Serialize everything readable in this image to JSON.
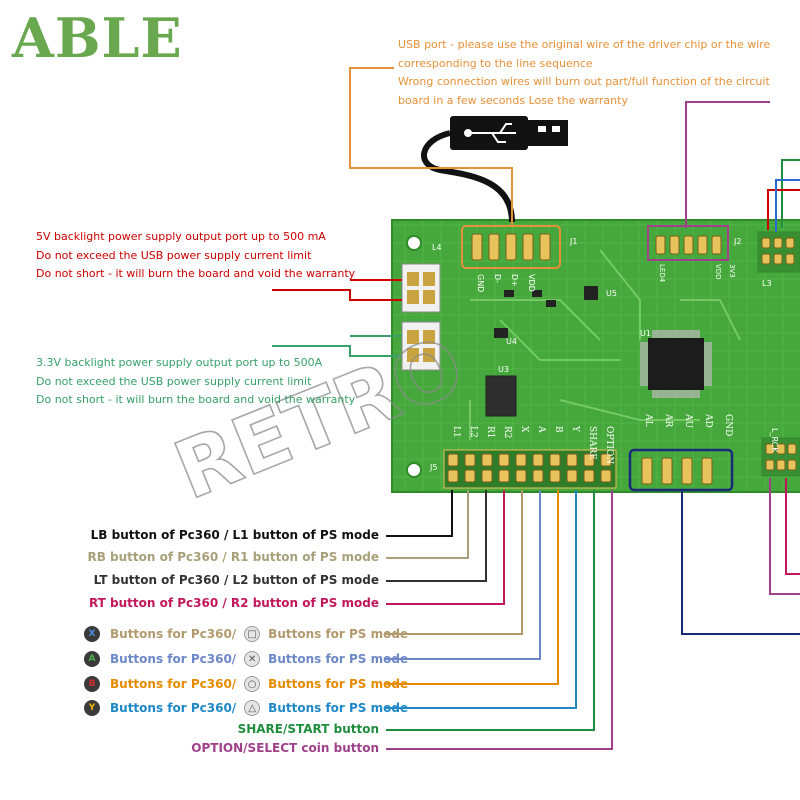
{
  "brand": {
    "text": "ABLE",
    "color": "#6aa84f"
  },
  "watermark": {
    "text": "RETRO"
  },
  "usb_note": {
    "lines": [
      "USB port - please use the original wire of the driver chip or the wire",
      "corresponding to the line sequence",
      "Wrong connection wires will burn out part/full function of the circuit",
      "board in a few seconds Lose the warranty"
    ],
    "color": "#e69138"
  },
  "backlight_5v_note": {
    "lines": [
      "5V backlight power supply output port up to 500 mA",
      "Do not exceed the USB power supply current limit",
      "Do not short - it will burn the board and void the warranty"
    ],
    "color": "#cc0000"
  },
  "backlight_3v3_note": {
    "lines": [
      "3.3V backlight power supply output port up to 500A",
      "Do not exceed the USB power supply current limit",
      "Do not short - it will burn the board and void the warranty"
    ],
    "color": "#38a169"
  },
  "pcb_silkscreen": {
    "usb_pins": [
      "GND",
      "D-",
      "D+",
      "VDD"
    ],
    "j1": "J1",
    "j2": "J2",
    "j5": "J5",
    "j3_pins": [
      "LED4",
      "VDD",
      "3V3"
    ],
    "u1": "U1",
    "u3": "U3",
    "u4": "U4",
    "u5": "U5",
    "l3": "L3",
    "l4": "L4",
    "l1rck": "L_RCK",
    "bottom_pins": [
      "L1",
      "L2",
      "R1",
      "R2",
      "X",
      "A",
      "B",
      "Y",
      "SHARE",
      "OPTION"
    ],
    "axis_pins": [
      "AL",
      "AR",
      "AU",
      "AD",
      "GND"
    ]
  },
  "button_labels": [
    {
      "text": "LB button of Pc360 / L1 button of PS mode",
      "color": "#111111"
    },
    {
      "text": "RB button of Pc360 / R1 button of PS mode",
      "color": "#a8a07a"
    },
    {
      "text": "LT button of Pc360 / L2 button of PS mode",
      "color": "#333333"
    },
    {
      "text": "RT button of Pc360 / R2 button of PS mode",
      "color": "#c2185b"
    }
  ],
  "face_buttons": [
    {
      "xbox_letter": "X",
      "xbox_color": "#4a90e2",
      "pc_text": "Buttons for Pc360/",
      "ps_symbol": "□",
      "ps_text": "Buttons for PS mode",
      "color": "#b29a6e"
    },
    {
      "xbox_letter": "A",
      "xbox_color": "#4caf50",
      "pc_text": "Buttons for Pc360/",
      "ps_symbol": "✕",
      "ps_text": "Buttons for PS mode",
      "color": "#6d88c8"
    },
    {
      "xbox_letter": "B",
      "xbox_color": "#d32f2f",
      "pc_text": "Buttons for Pc360/",
      "ps_symbol": "○",
      "ps_text": "Buttons for PS mode",
      "color": "#e68a00"
    },
    {
      "xbox_letter": "Y",
      "xbox_color": "#f2b705",
      "pc_text": "Buttons for Pc360/",
      "ps_symbol": "△",
      "ps_text": "Buttons for PS mode",
      "color": "#1e88c8"
    }
  ],
  "share_label": {
    "text": "SHARE/START button",
    "color": "#1e8e3e"
  },
  "option_label": {
    "text": "OPTION/SELECT coin button",
    "color": "#a0408a"
  },
  "colors": {
    "pcb": "#46a83c",
    "pcb_dark": "#2f8a2a",
    "pin_gold": "#e8c25a",
    "usb_box": "#e69138",
    "j2_box": "#a0408a",
    "axis_box": "#1a2a7a"
  }
}
